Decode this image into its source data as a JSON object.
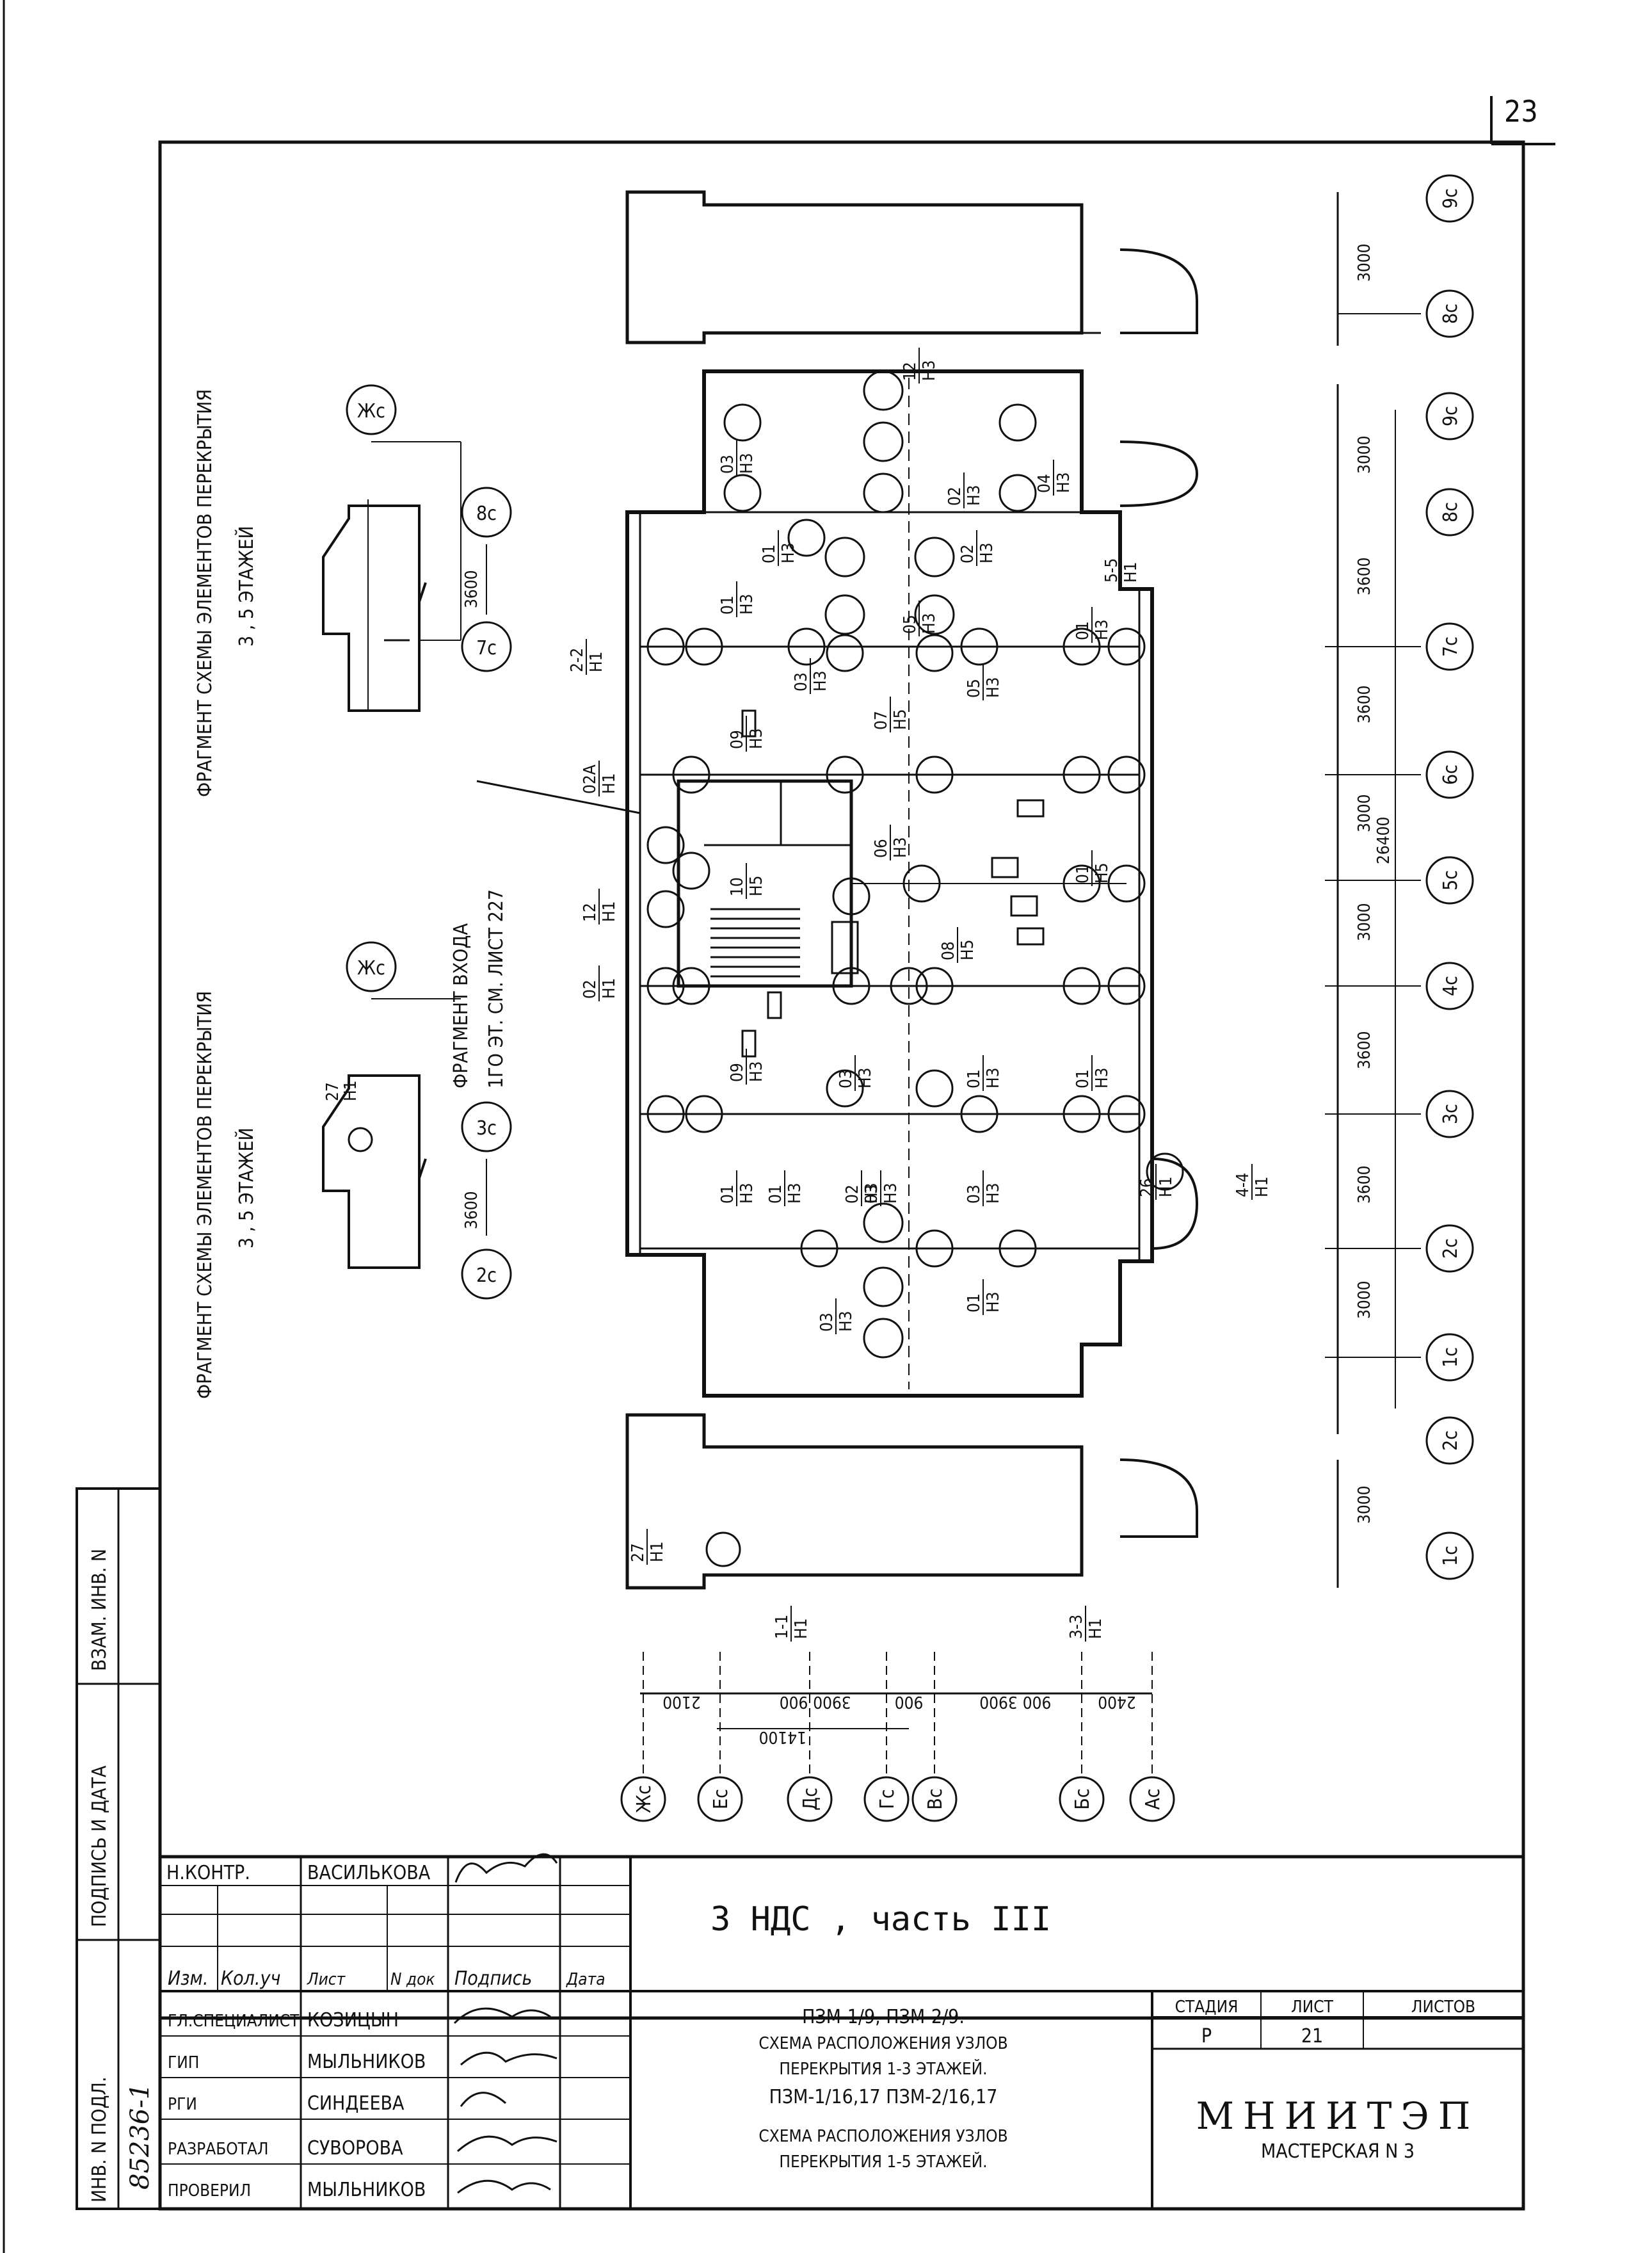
{
  "page_number": "23",
  "fragment_top": {
    "title_line1": "ФРАГМЕНТ СХЕМЫ ЭЛЕМЕНТОВ ПЕРЕКРЫТИЯ",
    "title_line2": "3 , 5 ЭТАЖЕЙ",
    "axis_a": "8с",
    "axis_b": "7с",
    "axis_c": "Жс",
    "dim": "3600"
  },
  "fragment_bottom": {
    "title_line1": "ФРАГМЕНТ СХЕМЫ ЭЛЕМЕНТОВ ПЕРЕКРЫТИЯ",
    "title_line2": "3 , 5 ЭТАЖЕЙ",
    "axis_a": "3с",
    "axis_b": "2с",
    "axis_c": "Жс",
    "dim": "3600",
    "node_num": "27",
    "node_den": "Н1"
  },
  "entrance_note": {
    "line1": "ФРАГМЕНТ ВХОДА",
    "line2": "1ГО ЭТ. СМ. ЛИСТ 227"
  },
  "right_axes": [
    {
      "top": "9с",
      "bottom": "8с",
      "dim": "3000"
    },
    {
      "top": "9с",
      "bottom": "8с",
      "dim": "3000"
    },
    {
      "label": "7с",
      "dim": "3600"
    },
    {
      "label": "6с",
      "dim": "3600"
    },
    {
      "label": "5с",
      "dim": "3000",
      "total": "26400"
    },
    {
      "label": "4с",
      "dim": "3000"
    },
    {
      "label": "3с",
      "dim": "3600"
    },
    {
      "label": "2с",
      "dim": "3600"
    },
    {
      "label": "1с",
      "dim": "3000"
    },
    {
      "top": "2с",
      "bottom": "1с",
      "dim": "3000"
    }
  ],
  "bottom_axes": [
    "Жс",
    "Ес",
    "Дс",
    "Гс",
    "Вс",
    "Бс",
    "Ас"
  ],
  "bottom_dims": [
    "2100",
    "900",
    "3900",
    "900",
    "3900",
    "900",
    "2400"
  ],
  "bottom_total": "14100",
  "section_marks": [
    {
      "num": "1-1",
      "den": "Н1"
    },
    {
      "num": "3-3",
      "den": "Н1"
    },
    {
      "num": "2-2",
      "den": "Н1"
    },
    {
      "num": "5-5",
      "den": "Н1"
    },
    {
      "num": "4-4",
      "den": "Н1"
    },
    {
      "num": "1-1",
      "den": "Н1"
    }
  ],
  "node_marks": [
    {
      "num": "27",
      "den": "Н1"
    },
    {
      "num": "12",
      "den": "Н3"
    },
    {
      "num": "02А",
      "den": "Н1"
    },
    {
      "num": "12",
      "den": "Н1"
    },
    {
      "num": "02",
      "den": "Н1"
    },
    {
      "num": "26",
      "den": "Н1"
    },
    {
      "num": "03",
      "den": "Н3"
    },
    {
      "num": "01",
      "den": "Н3"
    },
    {
      "num": "09",
      "den": "Н3"
    },
    {
      "num": "01",
      "den": "Н5"
    },
    {
      "num": "05",
      "den": "Н3"
    },
    {
      "num": "07",
      "den": "Н5"
    },
    {
      "num": "06",
      "den": "Н3"
    },
    {
      "num": "10",
      "den": "Н5"
    },
    {
      "num": "08",
      "den": "Н5"
    },
    {
      "num": "02",
      "den": "Н3"
    },
    {
      "num": "04",
      "den": "Н3"
    }
  ],
  "side_stamp": {
    "inv_podl": "ИНВ. N ПОДЛ.",
    "podpis_data": "ПОДПИСЬ И ДАТА",
    "vzam_inv": "ВЗАМ. ИНВ. N",
    "inv_number": "85236-1"
  },
  "title_block": {
    "n_kontr": "Н.КОНТР.",
    "n_kontr_name": "ВАСИЛЬКОВА",
    "headers": [
      "Изм.",
      "Кол.уч",
      "Лист",
      "N док",
      "Подпись",
      "Дата"
    ],
    "roles": [
      {
        "role": "ГЛ.СПЕЦИАЛИСТ",
        "name": "КОЗИЦЫН"
      },
      {
        "role": "ГИП",
        "name": "МЫЛЬНИКОВ"
      },
      {
        "role": "РГИ",
        "name": "СИНДЕЕВА"
      },
      {
        "role": "РАЗРАБОТАЛ",
        "name": "СУВОРОВА"
      },
      {
        "role": "ПРОВЕРИЛ",
        "name": "МЫЛЬНИКОВ"
      }
    ],
    "project": "3 НДС , часть III",
    "desc": [
      "ПЗМ-1/9, ПЗМ-2/9.",
      "СХЕМА РАСПОЛОЖЕНИЯ УЗЛОВ",
      "ПЕРЕКРЫТИЯ 1-3 ЭТАЖЕЙ.",
      "ПЗМ-1/16,17 ПЗМ-2/16,17",
      "СХЕМА РАСПОЛОЖЕНИЯ УЗЛОВ",
      "ПЕРЕКРЫТИЯ 1-5 ЭТАЖЕЙ."
    ],
    "stage_label": "СТАДИЯ",
    "sheet_label": "ЛИСТ",
    "sheets_label": "ЛИСТОВ",
    "stage": "Р",
    "sheet": "21",
    "org": "МНИИТЭП",
    "workshop": "МАСТЕРСКАЯ N 3"
  }
}
